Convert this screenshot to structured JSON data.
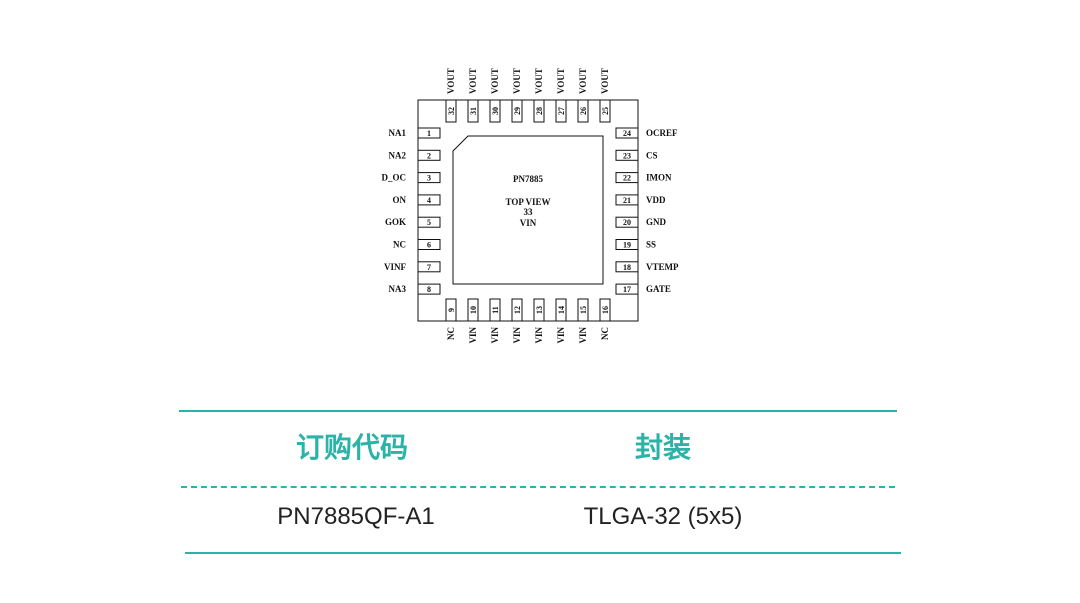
{
  "package": {
    "part_label": "PN7885",
    "view_label": "TOP VIEW",
    "exposed_pad_number": "33",
    "exposed_pad_name": "VIN"
  },
  "pins": {
    "left": [
      {
        "num": "1",
        "name": "NA1"
      },
      {
        "num": "2",
        "name": "NA2"
      },
      {
        "num": "3",
        "name": "D_OC"
      },
      {
        "num": "4",
        "name": "ON"
      },
      {
        "num": "5",
        "name": "GOK"
      },
      {
        "num": "6",
        "name": "NC"
      },
      {
        "num": "7",
        "name": "VINF"
      },
      {
        "num": "8",
        "name": "NA3"
      }
    ],
    "bottom": [
      {
        "num": "9",
        "name": "NC"
      },
      {
        "num": "10",
        "name": "VIN"
      },
      {
        "num": "11",
        "name": "VIN"
      },
      {
        "num": "12",
        "name": "VIN"
      },
      {
        "num": "13",
        "name": "VIN"
      },
      {
        "num": "14",
        "name": "VIN"
      },
      {
        "num": "15",
        "name": "VIN"
      },
      {
        "num": "16",
        "name": "NC"
      }
    ],
    "right": [
      {
        "num": "24",
        "name": "OCREF"
      },
      {
        "num": "23",
        "name": "CS"
      },
      {
        "num": "22",
        "name": "IMON"
      },
      {
        "num": "21",
        "name": "VDD"
      },
      {
        "num": "20",
        "name": "GND"
      },
      {
        "num": "19",
        "name": "SS"
      },
      {
        "num": "18",
        "name": "VTEMP"
      },
      {
        "num": "17",
        "name": "GATE"
      }
    ],
    "top": [
      {
        "num": "32",
        "name": "VOUT"
      },
      {
        "num": "31",
        "name": "VOUT"
      },
      {
        "num": "30",
        "name": "VOUT"
      },
      {
        "num": "29",
        "name": "VOUT"
      },
      {
        "num": "28",
        "name": "VOUT"
      },
      {
        "num": "27",
        "name": "VOUT"
      },
      {
        "num": "26",
        "name": "VOUT"
      },
      {
        "num": "25",
        "name": "VOUT"
      }
    ]
  },
  "ordering_table": {
    "col1_header": "订购代码",
    "col2_header": "封装",
    "col1_value": "PN7885QF-A1",
    "col2_value": "TLGA-32 (5x5)"
  },
  "colors": {
    "accent": "#2bb3a8",
    "text": "#222222",
    "outline": "#111111"
  }
}
